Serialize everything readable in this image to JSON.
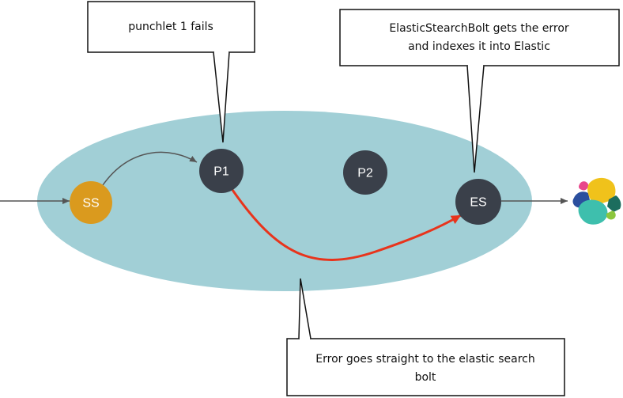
{
  "nodes": {
    "ss": {
      "label": "SS",
      "color": "#DA9A1E"
    },
    "p1": {
      "label": "P1",
      "color": "#3A404A"
    },
    "p2": {
      "label": "P2",
      "color": "#3A404A"
    },
    "es": {
      "label": "ES",
      "color": "#3A404A"
    }
  },
  "cluster": {
    "color": "#A1CFD6"
  },
  "callouts": {
    "p1_fails": {
      "line1": "punchlet 1 fails"
    },
    "es_indexes": {
      "line1": "ElasticStearchBolt gets the error",
      "line2": "and indexes it into Elastic"
    },
    "error_route": {
      "line1": "Error goes straight to the elastic search",
      "line2": "bolt"
    }
  },
  "edges": {
    "normal_color": "#555555",
    "error_color": "#E8341C"
  },
  "elastic_logo": {
    "icon": "elastic-logo-icon",
    "colors": [
      "#F0C21B",
      "#E8478B",
      "#2B4F9E",
      "#1C6D5E",
      "#3EBFAD",
      "#8CC63E"
    ]
  }
}
